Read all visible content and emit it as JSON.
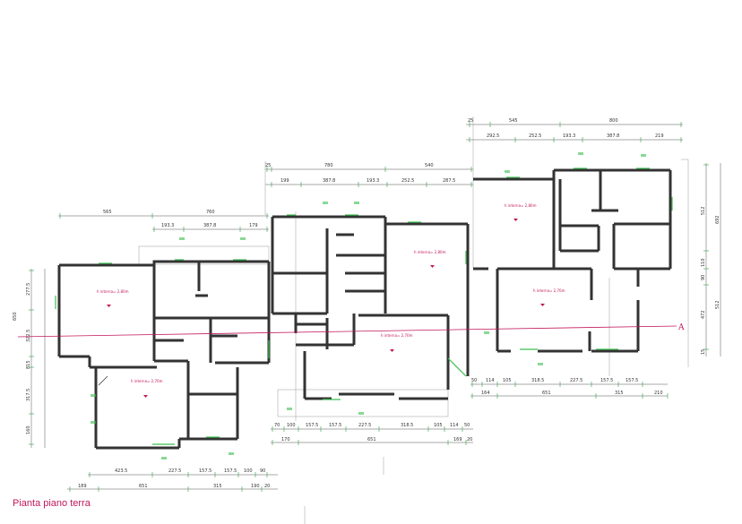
{
  "caption": "Pianta piano terra",
  "section_marker": "A",
  "room_labels": {
    "room_1": "h interna= 2,80m",
    "room_2": "h interna= 2,70m",
    "room_3": "h interna= 2,80m",
    "room_4": "h interna= 2,70m",
    "room_5": "h interna= 2,80m",
    "room_6": "h interna= 2,70m"
  },
  "dims": {
    "r1_1": "25",
    "r1_2": "545",
    "r1_3": "800",
    "r2_1": "292.5",
    "r2_2": "252.5",
    "r2_3": "193.3",
    "r2_4": "387.8",
    "r2_5": "219",
    "m1_1": "25",
    "m1_2": "780",
    "m1_3": "540",
    "m2_1": "199",
    "m2_2": "387.8",
    "m2_3": "193.3",
    "m2_4": "252.5",
    "m2_5": "287.5",
    "l1_1": "565",
    "l1_2": "760",
    "l2_1": "193.3",
    "l2_2": "387.8",
    "l2_3": "179",
    "left_1": "277.5",
    "left_2": "650",
    "left_3": "322.5",
    "left_4": "815",
    "left_5": "317.5",
    "left_6": "160",
    "right_1": "512",
    "right_2": "692",
    "right_3": "110",
    "right_4": "90",
    "right_5": "472",
    "right_6": "512",
    "right_7": "15",
    "br1_1": "50",
    "br1_2": "114",
    "br1_3": "105",
    "br1_4": "318.5",
    "br1_5": "227.5",
    "br1_6": "157.5",
    "br1_7": "157.5",
    "br2_1": "164",
    "br2_2": "651",
    "br2_3": "315",
    "br2_4": "210",
    "bm1_1": "70",
    "bm1_2": "100",
    "bm1_3": "157.5",
    "bm1_4": "157.5",
    "bm1_5": "227.5",
    "bm1_6": "318.5",
    "bm1_7": "105",
    "bm1_8": "114",
    "bm1_9": "50",
    "bm2_1": "170",
    "bm2_2": "651",
    "bm2_3": "169",
    "bm2_4": "20",
    "bl1_1": "423.5",
    "bl1_2": "227.5",
    "bl1_3": "157.5",
    "bl1_4": "157.5",
    "bl1_5": "100",
    "bl1_6": "90",
    "bl2_1": "189",
    "bl2_2": "651",
    "bl2_3": "315",
    "bl2_4": "190",
    "bl2_5": "20"
  }
}
